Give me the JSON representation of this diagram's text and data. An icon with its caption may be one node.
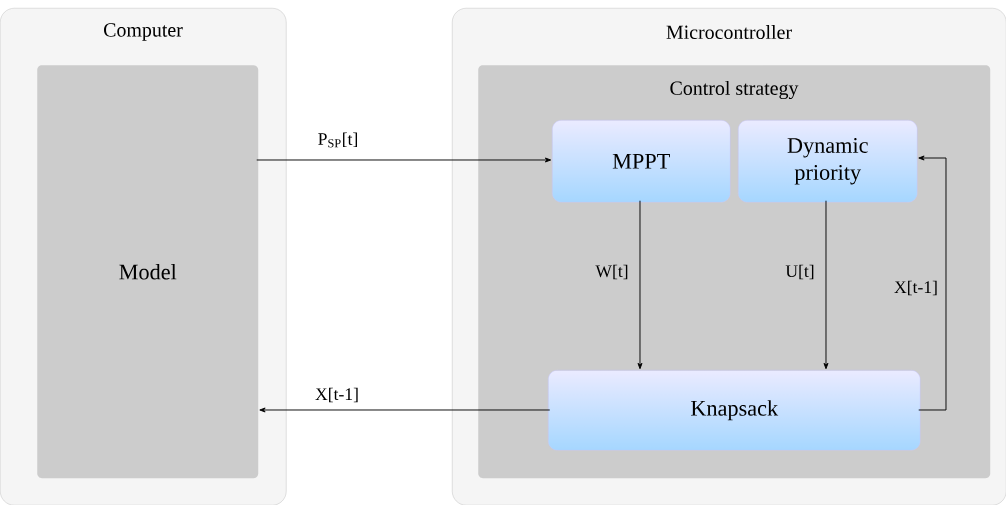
{
  "diagram": {
    "nodes": [
      {
        "text": [
          "Computer"
        ]
      },
      {
        "text": [
          "Model"
        ],
        "in": 0
      },
      {
        "text": [
          "Microcontroller"
        ]
      },
      {
        "text": [
          "Control strategy"
        ],
        "in": 2
      },
      {
        "text": [
          "MPPT"
        ],
        "in": 3
      },
      {
        "text": [
          "Dynamic priority"
        ],
        "in": 3
      },
      {
        "text": [
          "Knapsack"
        ],
        "in": 3
      }
    ],
    "edges": [
      {
        "from": 1,
        "to": 4,
        "arrow": "to",
        "label": "P$_{SP}$[t]"
      },
      {
        "from": 4,
        "to": 6,
        "arrow": "to",
        "label": "W[t]"
      },
      {
        "from": 5,
        "to": 6,
        "arrow": "to",
        "label": "U[t]"
      },
      {
        "from": 6,
        "to": 5,
        "arrow": "to",
        "label": "X[t-1]"
      },
      {
        "from": 6,
        "to": 1,
        "arrow": "to",
        "label": "X[t-1]"
      }
    ]
  }
}
